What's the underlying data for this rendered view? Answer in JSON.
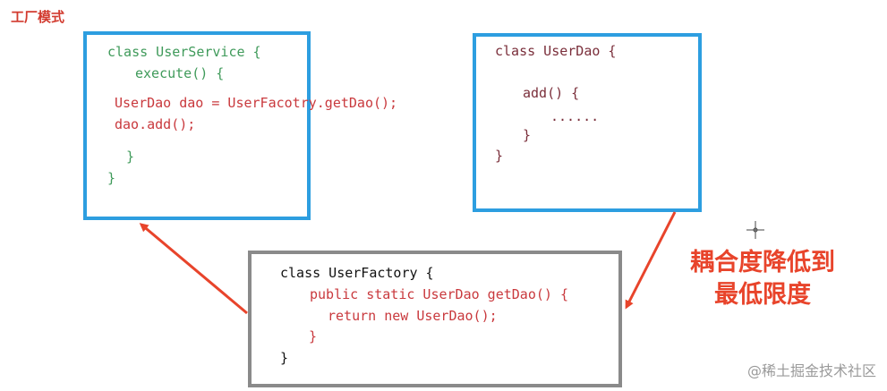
{
  "title": "工厂模式",
  "service": {
    "line1": "class UserService {",
    "line2": "execute() {",
    "line3": "UserDao dao = UserFacotry.getDao();",
    "line4": "dao.add();",
    "line5": "}",
    "line6": "}"
  },
  "dao": {
    "line1": "class UserDao {",
    "line2": "add() {",
    "line3": "......",
    "line4": "}",
    "line5": "}"
  },
  "factory": {
    "line1": "class UserFactory {",
    "line2": "public static UserDao getDao() {",
    "line3": "return new UserDao();",
    "line4": "}",
    "line5": "}"
  },
  "note": {
    "line1": "耦合度降低到",
    "line2": "最低限度"
  },
  "watermark": "@稀土掘金技术社区",
  "colors": {
    "blue_border": "#2d9ee0",
    "gray_border": "#8a8a8a",
    "arrow": "#e8442b",
    "code_green": "#3f9a5a",
    "code_red": "#c9393d"
  }
}
